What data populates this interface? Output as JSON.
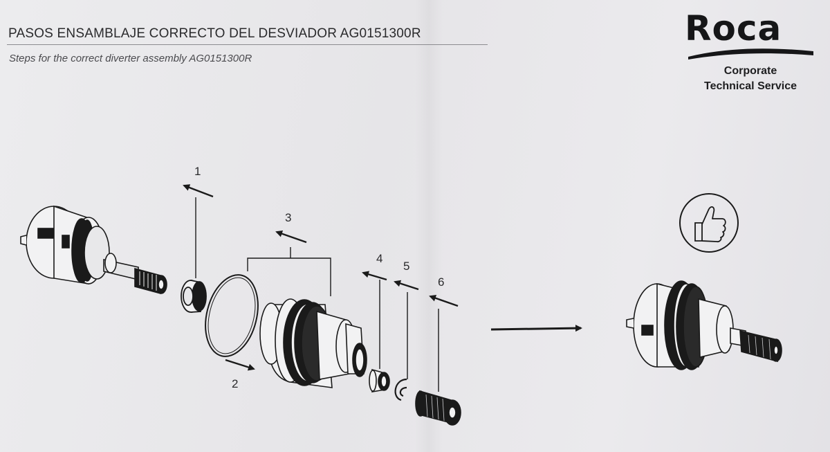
{
  "header": {
    "title": "PASOS ENSAMBLAJE CORRECTO DEL DESVIADOR AG0151300R",
    "subtitle": "Steps for the correct diverter assembly AG0151300R"
  },
  "brand": {
    "name": "Roca",
    "line1": "Corporate",
    "line2": "Technical Service",
    "color": "#161618"
  },
  "steps": [
    "1",
    "2",
    "3",
    "4",
    "5",
    "6"
  ],
  "icons": {
    "approval": "thumbs-up-icon",
    "flow": "arrow-right-icon"
  }
}
